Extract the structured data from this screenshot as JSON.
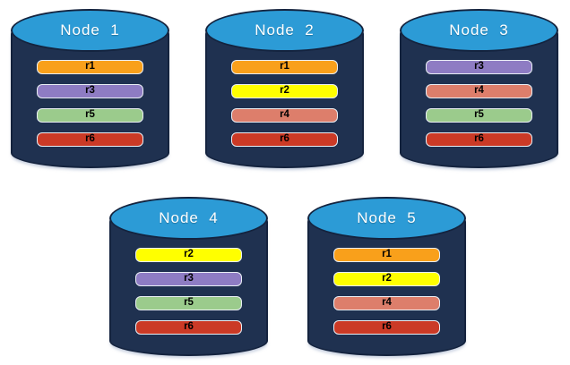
{
  "colors": {
    "canvas_bg": "#FFFFFF",
    "cylinder_body": "#1F3150",
    "cylinder_outline": "#14233E",
    "cylinder_top": "#2C9BD6",
    "title_text": "#FFFFFF",
    "bar_text": "#000000",
    "bar_outline": "#E9EEF4"
  },
  "replica_colors": {
    "r1": "#F9A01B",
    "r2": "#FFFF00",
    "r3": "#8E7CC3",
    "r4": "#DD7E6B",
    "r5": "#9BCB8C",
    "r6": "#CB3A26"
  },
  "nodes": [
    {
      "title": "Node  1",
      "bars": [
        {
          "label": "r1",
          "color": "#F9A01B"
        },
        {
          "label": "r3",
          "color": "#8E7CC3"
        },
        {
          "label": "r5",
          "color": "#9BCB8C"
        },
        {
          "label": "r6",
          "color": "#CB3A26"
        }
      ]
    },
    {
      "title": "Node  2",
      "bars": [
        {
          "label": "r1",
          "color": "#F9A01B"
        },
        {
          "label": "r2",
          "color": "#FFFF00"
        },
        {
          "label": "r4",
          "color": "#DD7E6B"
        },
        {
          "label": "r6",
          "color": "#CB3A26"
        }
      ]
    },
    {
      "title": "Node  3",
      "bars": [
        {
          "label": "r3",
          "color": "#8E7CC3"
        },
        {
          "label": "r4",
          "color": "#DD7E6B"
        },
        {
          "label": "r5",
          "color": "#9BCB8C"
        },
        {
          "label": "r6",
          "color": "#CB3A26"
        }
      ]
    },
    {
      "title": "Node  4",
      "bars": [
        {
          "label": "r2",
          "color": "#FFFF00"
        },
        {
          "label": "r3",
          "color": "#8E7CC3"
        },
        {
          "label": "r5",
          "color": "#9BCB8C"
        },
        {
          "label": "r6",
          "color": "#CB3A26"
        }
      ]
    },
    {
      "title": "Node  5",
      "bars": [
        {
          "label": "r1",
          "color": "#F9A01B"
        },
        {
          "label": "r2",
          "color": "#FFFF00"
        },
        {
          "label": "r4",
          "color": "#DD7E6B"
        },
        {
          "label": "r6",
          "color": "#CB3A26"
        }
      ]
    }
  ]
}
